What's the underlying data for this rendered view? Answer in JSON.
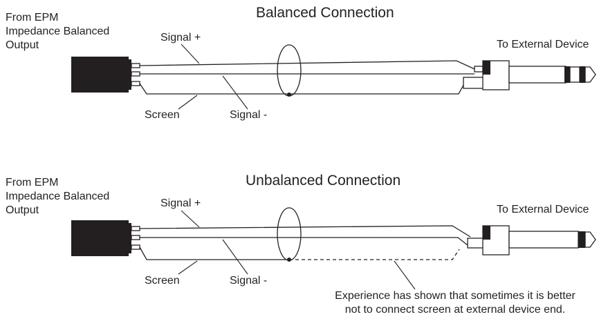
{
  "colors": {
    "ink": "#231f20",
    "background": "#ffffff"
  },
  "balanced": {
    "title": "Balanced Connection",
    "source_line1": "From EPM",
    "source_line2": "Impedance Balanced",
    "source_line3": "Output",
    "destination": "To External Device",
    "label_signal_plus": "Signal +",
    "label_signal_minus": "Signal -",
    "label_screen": "Screen",
    "screen_connected": true
  },
  "unbalanced": {
    "title": "Unbalanced Connection",
    "source_line1": "From EPM",
    "source_line2": "Impedance Balanced",
    "source_line3": "Output",
    "destination": "To External Device",
    "label_signal_plus": "Signal +",
    "label_signal_minus": "Signal -",
    "label_screen": "Screen",
    "screen_connected": false,
    "note_line1": "Experience has shown that sometimes it is better",
    "note_line2": "not to connect screen at external device end."
  }
}
